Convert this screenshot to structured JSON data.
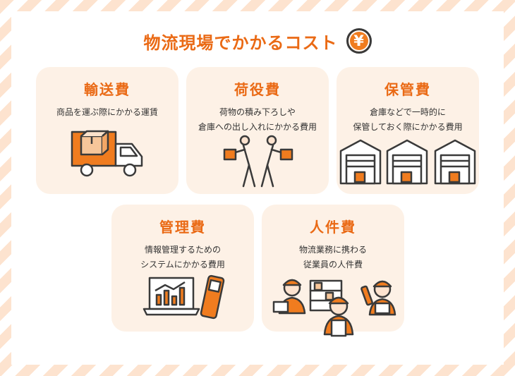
{
  "header": {
    "title": "物流現場でかかるコスト",
    "yen_symbol": "¥"
  },
  "cards": [
    {
      "title": "輸送費",
      "desc": "商品を運ぶ際にかかる運賃"
    },
    {
      "title": "荷役費",
      "desc": "荷物の積み下ろしや\n倉庫への出し入れにかかる費用"
    },
    {
      "title": "保管費",
      "desc": "倉庫などで一時的に\n保管しておく際にかかる費用"
    },
    {
      "title": "管理費",
      "desc": "情報管理するための\nシステムにかかる費用"
    },
    {
      "title": "人件費",
      "desc": "物流業務に携わる\n従業員の人件費"
    }
  ],
  "colors": {
    "accent": "#ea6a15",
    "card_bg": "#fdf1e6",
    "stripe": "#fde3cf",
    "line": "#3a3a3a"
  }
}
